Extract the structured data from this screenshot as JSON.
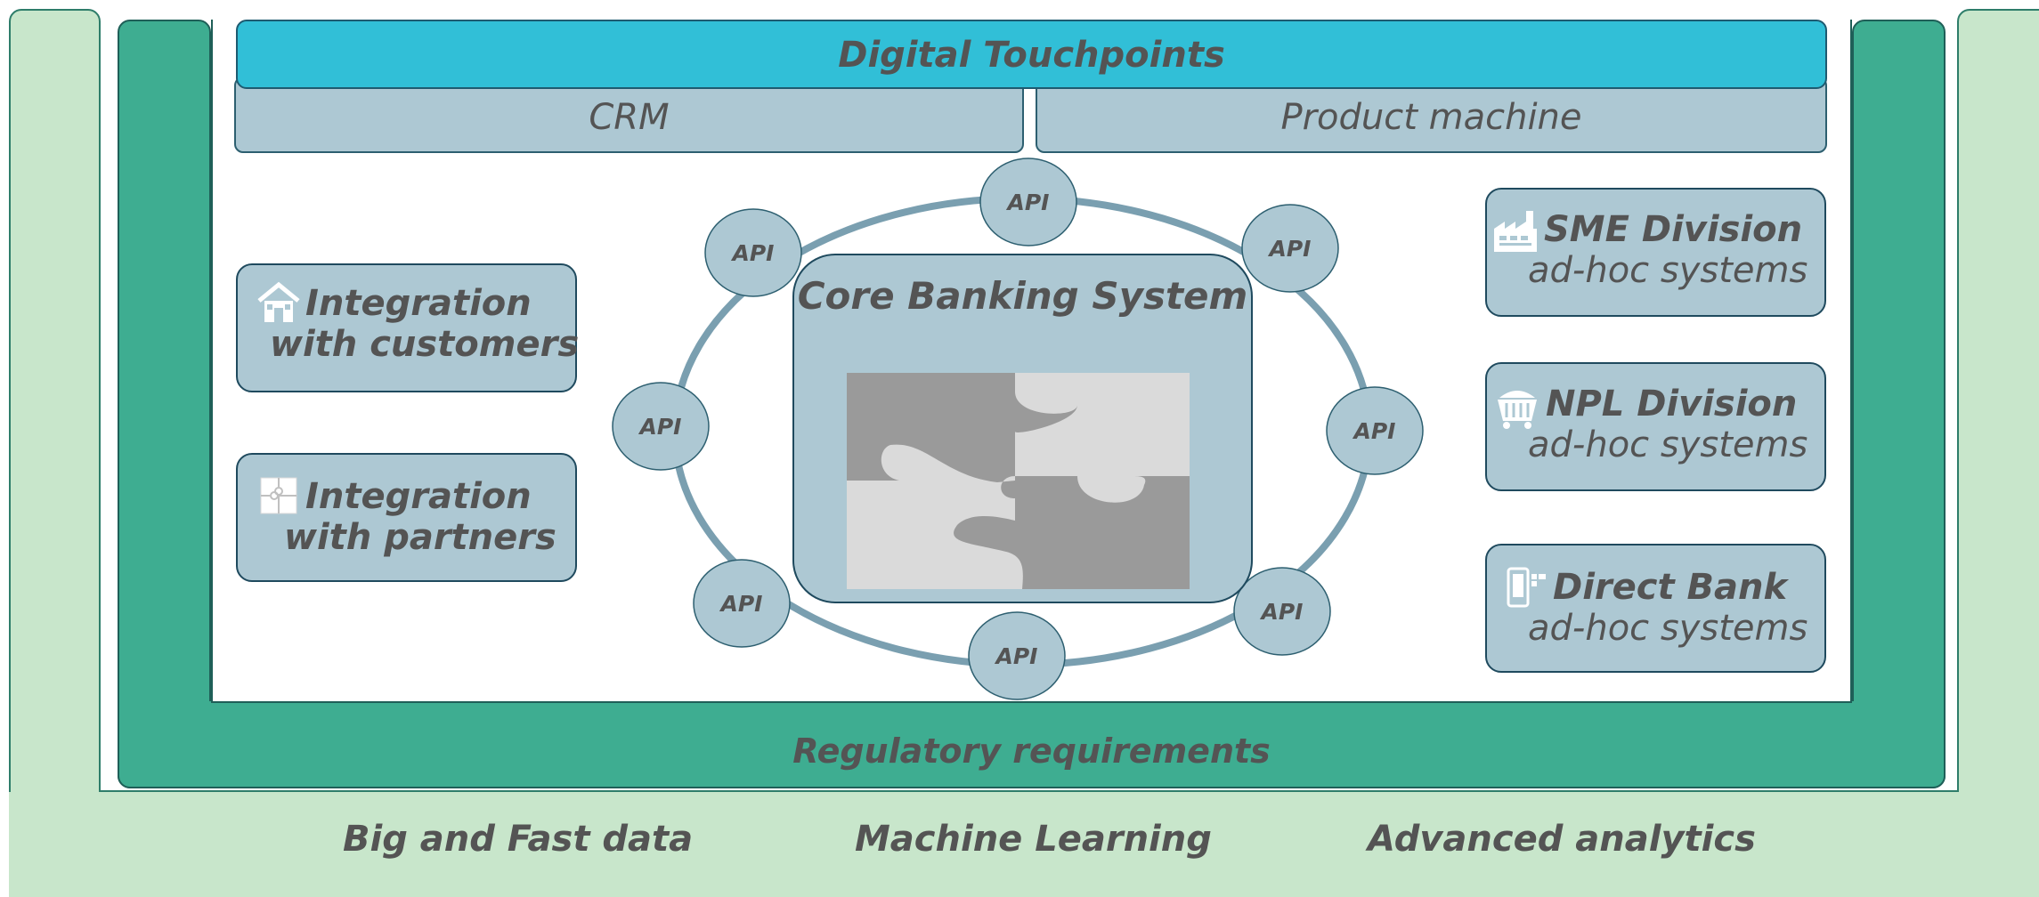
{
  "diagram": {
    "top_bar": "Digital Touchpoints",
    "crm": "CRM",
    "product": "Product machine",
    "core": "Core Banking System",
    "api": "API",
    "regulatory": "Regulatory requirements",
    "left_boxes": [
      {
        "line1": "Integration",
        "line2": "with customers",
        "icon": "house-icon"
      },
      {
        "line1": "Integration",
        "line2": "with partners",
        "icon": "puzzle-icon"
      }
    ],
    "right_boxes": [
      {
        "line1": "SME Division",
        "line2": "ad-hoc systems",
        "icon": "factory-icon"
      },
      {
        "line1": "NPL Division",
        "line2": "ad-hoc systems",
        "icon": "cart-icon"
      },
      {
        "line1": "Direct Bank",
        "line2": "ad-hoc systems",
        "icon": "mobile-icon"
      }
    ],
    "bottom": [
      "Big and Fast data",
      "Machine Learning",
      "Advanced analytics"
    ]
  },
  "colors": {
    "outer_frame": "#c8e6cb",
    "regulatory": "#3ead91",
    "touchpoints": "#31bfd7",
    "box_fill": "#adc8d3",
    "ring": "#7a9fb0",
    "text": "#545454"
  }
}
